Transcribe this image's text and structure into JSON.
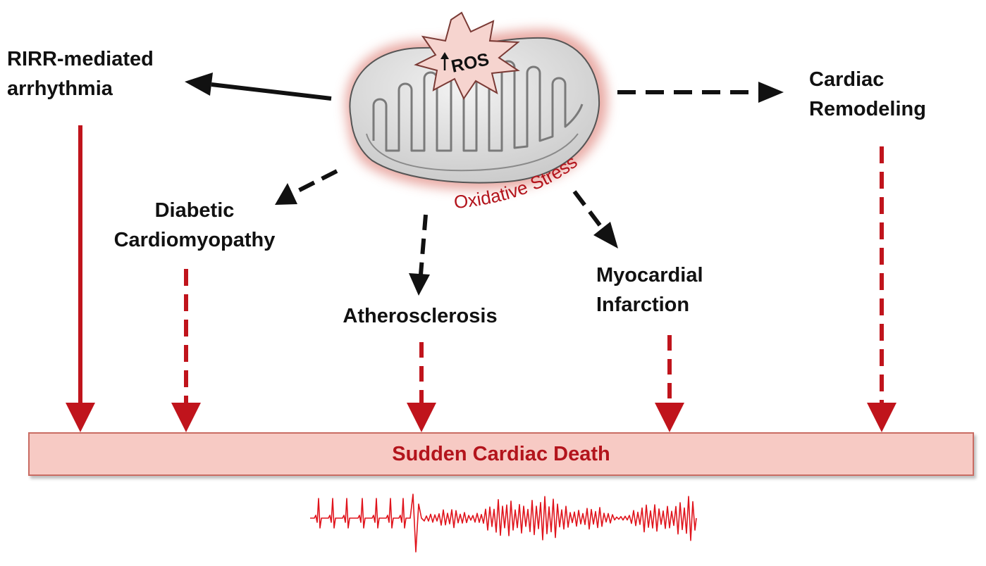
{
  "labels": {
    "rirr": [
      "RIRR-mediated",
      "arrhythmia"
    ],
    "remodeling": [
      "Cardiac",
      "Remodeling"
    ],
    "diabetic": [
      "Diabetic",
      "Cardiomyopathy"
    ],
    "athero": "Atherosclerosis",
    "mi": [
      "Myocardial",
      "Infarction"
    ],
    "ros": "ROS",
    "oxidative": "Oxidative Stress",
    "scd": "Sudden Cardiac Death"
  },
  "colors": {
    "red_arrow": "#c0141c",
    "black_arrow": "#111111",
    "bar_fill": "#f7cac4",
    "bar_text": "#b3141c",
    "mito_glow": "#e7a39c",
    "mito_fill": "#d6d6d6",
    "ecg": "#e0141c"
  }
}
